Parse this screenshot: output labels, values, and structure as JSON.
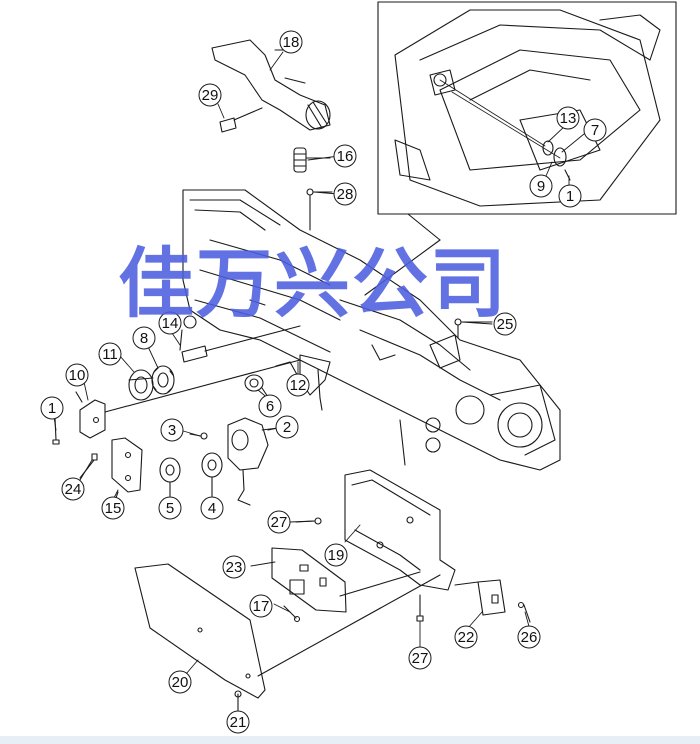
{
  "watermark": "佳万兴公司",
  "callouts": [
    {
      "id": "c18",
      "label": "18"
    },
    {
      "id": "c29",
      "label": "29"
    },
    {
      "id": "c16",
      "label": "16"
    },
    {
      "id": "c28",
      "label": "28"
    },
    {
      "id": "c13",
      "label": "13"
    },
    {
      "id": "c7",
      "label": "7"
    },
    {
      "id": "c9",
      "label": "9"
    },
    {
      "id": "c1a",
      "label": "1"
    },
    {
      "id": "c25",
      "label": "25"
    },
    {
      "id": "c14",
      "label": "14"
    },
    {
      "id": "c8",
      "label": "8"
    },
    {
      "id": "c11",
      "label": "11"
    },
    {
      "id": "c10",
      "label": "10"
    },
    {
      "id": "c1b",
      "label": "1"
    },
    {
      "id": "c12",
      "label": "12"
    },
    {
      "id": "c6",
      "label": "6"
    },
    {
      "id": "c3",
      "label": "3"
    },
    {
      "id": "c2",
      "label": "2"
    },
    {
      "id": "c24",
      "label": "24"
    },
    {
      "id": "c15",
      "label": "15"
    },
    {
      "id": "c5",
      "label": "5"
    },
    {
      "id": "c4",
      "label": "4"
    },
    {
      "id": "c27a",
      "label": "27"
    },
    {
      "id": "c19",
      "label": "19"
    },
    {
      "id": "c23",
      "label": "23"
    },
    {
      "id": "c17",
      "label": "17"
    },
    {
      "id": "c22",
      "label": "22"
    },
    {
      "id": "c26",
      "label": "26"
    },
    {
      "id": "c27b",
      "label": "27"
    },
    {
      "id": "c20",
      "label": "20"
    },
    {
      "id": "c21",
      "label": "21"
    }
  ],
  "colors": {
    "line": "#1a1a1a",
    "watermark": "#4d5fe0",
    "callout_fill": "#ffffff"
  }
}
